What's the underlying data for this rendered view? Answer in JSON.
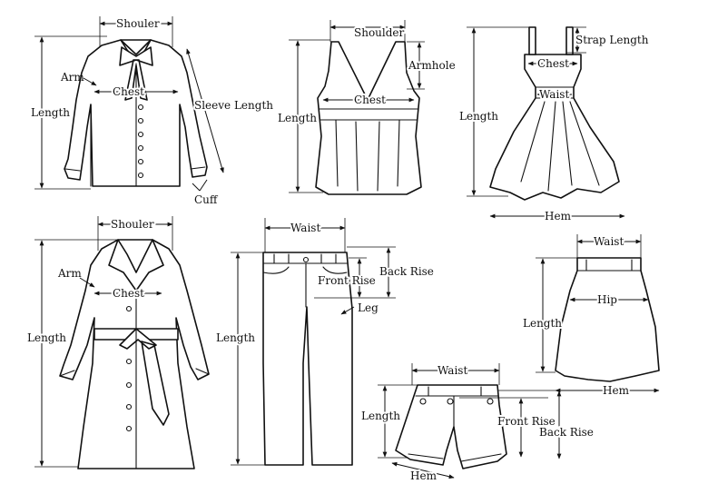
{
  "colors": {
    "ink": "#111111",
    "background": "#ffffff"
  },
  "shirt": {
    "name": "shirt-diagram",
    "labels": {
      "shoulder": "Shouler",
      "arm": "Arm",
      "chest": "Chest",
      "length": "Length",
      "sleeve_length": "Sleeve Length",
      "cuff": "Cuff"
    }
  },
  "top": {
    "name": "sleeveless-top-diagram",
    "labels": {
      "shoulder": "Shoulder",
      "armhole": "Armhole",
      "chest": "Chest",
      "length": "Length"
    }
  },
  "dress": {
    "name": "strap-dress-diagram",
    "labels": {
      "strap_length": "Strap Length",
      "chest": "Chest",
      "waist": "Waist",
      "length": "Length",
      "hem": "Hem"
    }
  },
  "coat": {
    "name": "coat-diagram",
    "labels": {
      "shoulder": "Shouler",
      "arm": "Arm",
      "chest": "Chest",
      "length": "Length"
    }
  },
  "trousers": {
    "name": "trousers-diagram",
    "labels": {
      "waist": "Waist",
      "back_rise": "Back Rise",
      "front_rise": "Front Rise",
      "leg": "Leg",
      "length": "Length"
    }
  },
  "skirt": {
    "name": "skirt-diagram",
    "labels": {
      "waist": "Waist",
      "hip": "Hip",
      "length": "Length",
      "hem": "Hem"
    }
  },
  "shorts": {
    "name": "shorts-diagram",
    "labels": {
      "waist": "Waist",
      "length": "Length",
      "front_rise": "Front Rise",
      "back_rise": "Back Rise",
      "hem": "Hem"
    }
  }
}
